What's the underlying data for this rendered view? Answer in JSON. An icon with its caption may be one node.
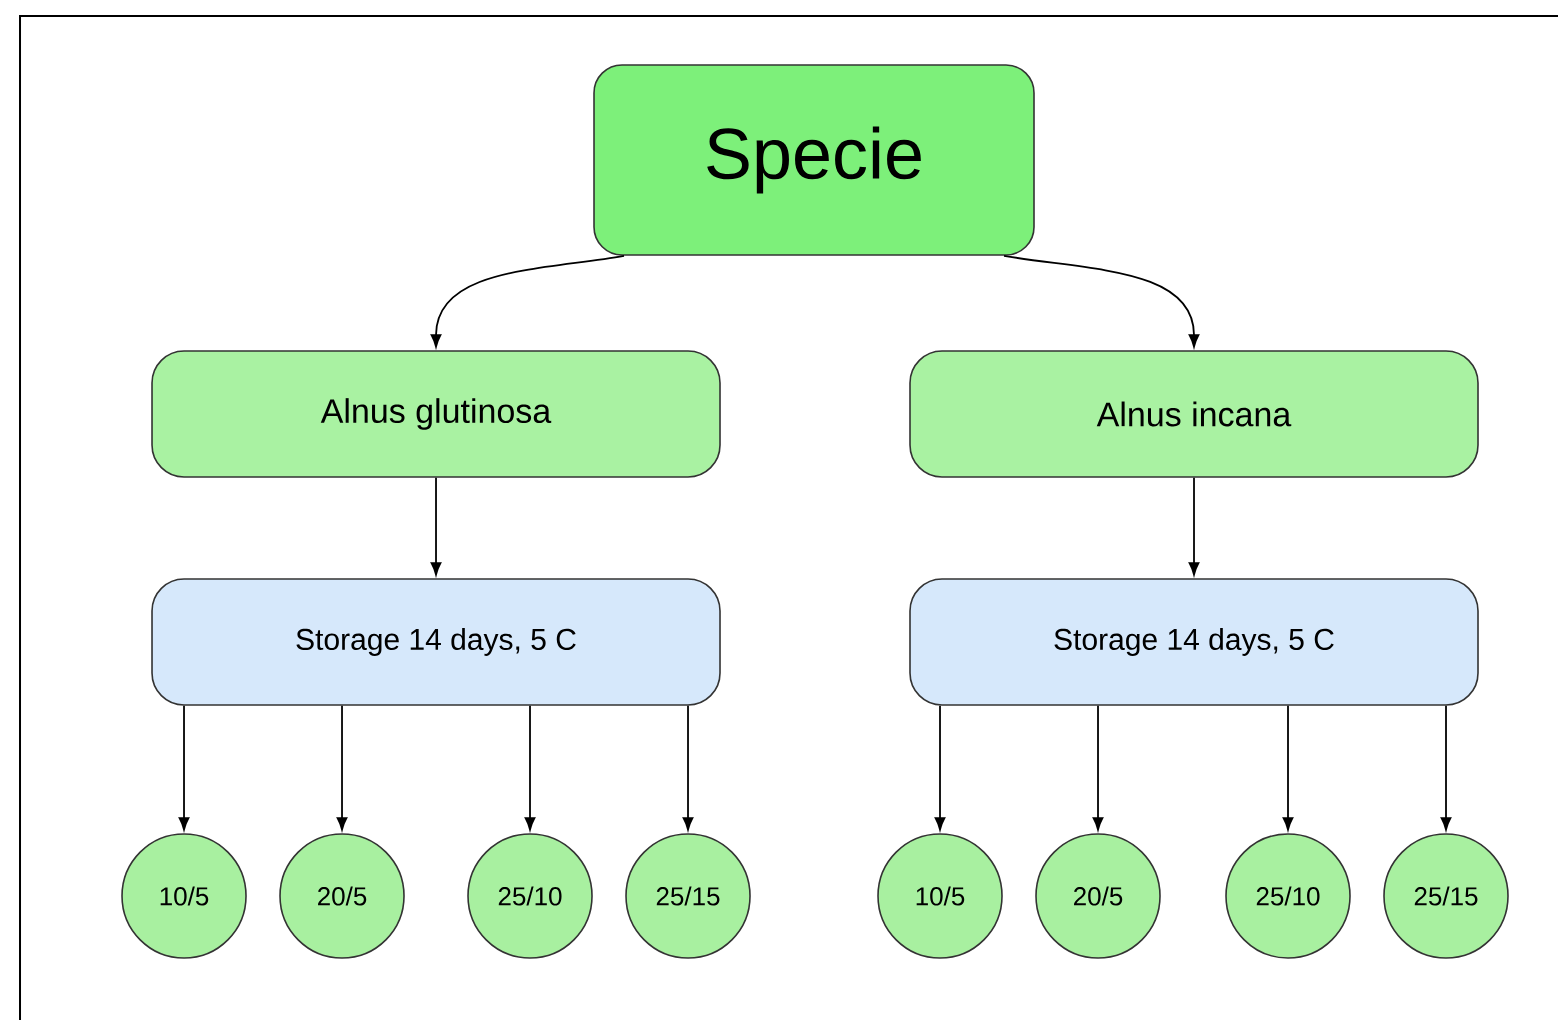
{
  "diagram": {
    "nodes": [
      {
        "text": [
          "Specie"
        ]
      },
      {
        "text": [
          "Alnus glutinosa"
        ]
      },
      {
        "text": [
          "Alnus incana"
        ]
      },
      {
        "text": [
          "Storage 14 days, 5 C"
        ]
      },
      {
        "text": [
          "Storage 14 days, 5 C"
        ]
      },
      {
        "text": [
          "10/5"
        ]
      },
      {
        "text": [
          "20/5"
        ]
      },
      {
        "text": [
          "25/10"
        ]
      },
      {
        "text": [
          "25/15"
        ]
      },
      {
        "text": [
          "10/5"
        ]
      },
      {
        "text": [
          "20/5"
        ]
      },
      {
        "text": [
          "25/10"
        ]
      },
      {
        "text": [
          "25/15"
        ]
      }
    ],
    "edges": [
      {
        "from": 0,
        "to": 1,
        "arrow": "to"
      },
      {
        "from": 0,
        "to": 2,
        "arrow": "to"
      },
      {
        "from": 1,
        "to": 3,
        "arrow": "to"
      },
      {
        "from": 2,
        "to": 4,
        "arrow": "to"
      },
      {
        "from": 3,
        "to": 5,
        "arrow": "to"
      },
      {
        "from": 3,
        "to": 6,
        "arrow": "to"
      },
      {
        "from": 3,
        "to": 7,
        "arrow": "to"
      },
      {
        "from": 3,
        "to": 8,
        "arrow": "to"
      },
      {
        "from": 4,
        "to": 9,
        "arrow": "to"
      },
      {
        "from": 4,
        "to": 10,
        "arrow": "to"
      },
      {
        "from": 4,
        "to": 11,
        "arrow": "to"
      },
      {
        "from": 4,
        "to": 12,
        "arrow": "to"
      }
    ]
  }
}
